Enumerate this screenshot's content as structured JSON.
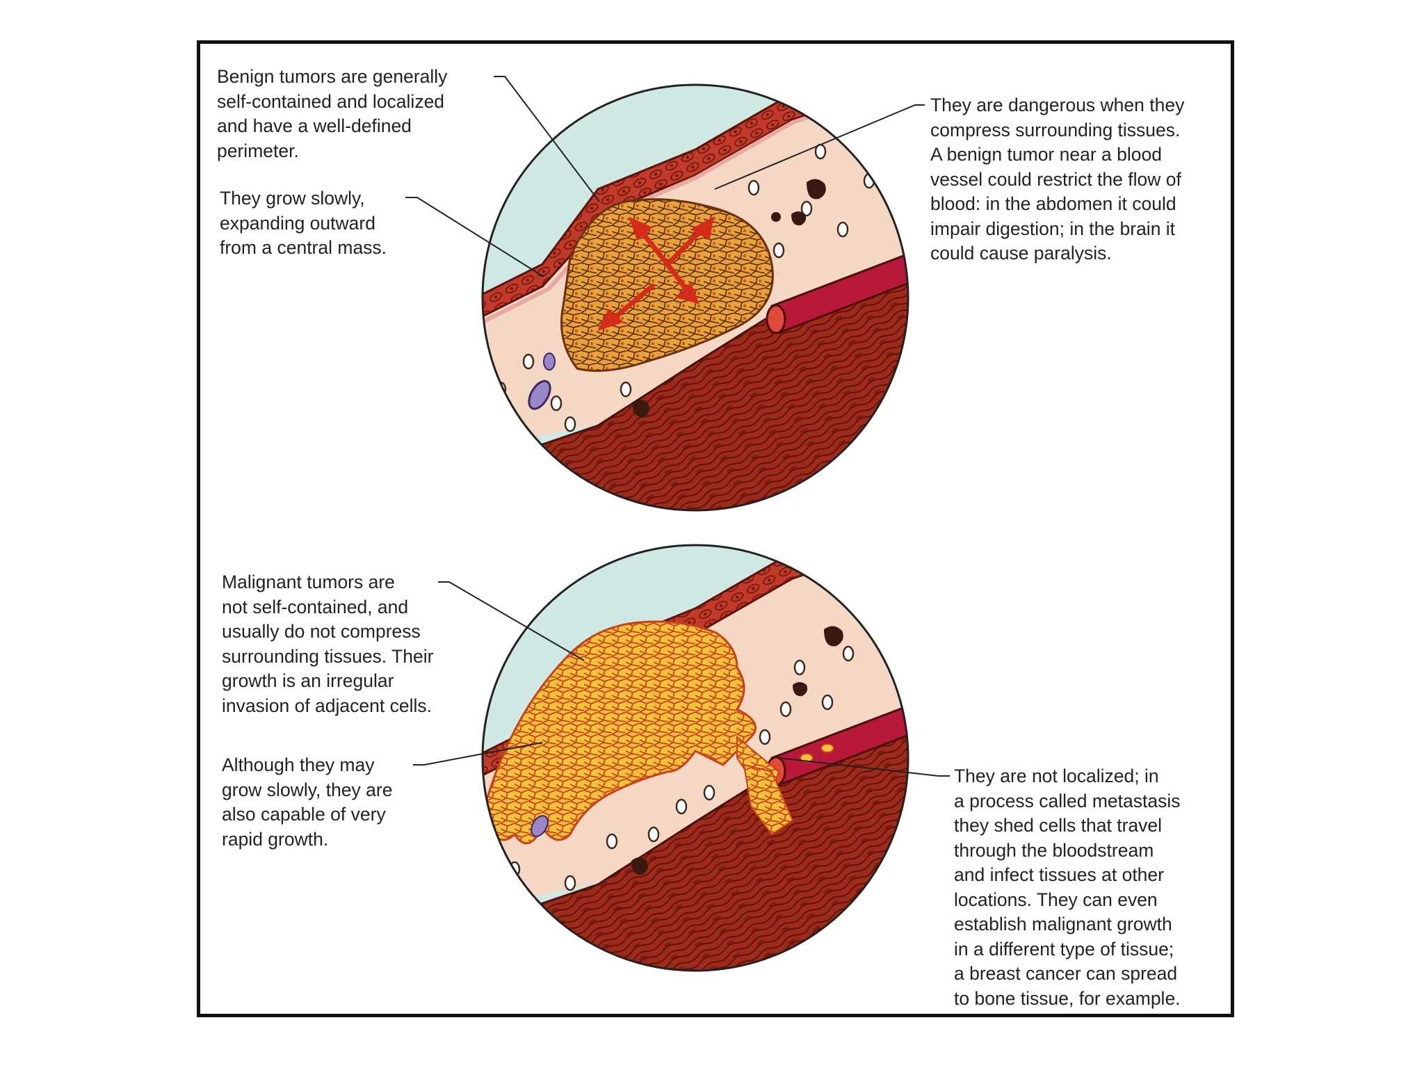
{
  "benign_panel": {
    "caption_containment": "Benign tumors are generally\nself-contained and localized\nand have a well-defined\nperimeter.",
    "caption_growth": "They grow slowly,\nexpanding outward\nfrom a central mass.",
    "caption_danger": "They are dangerous when they\ncompress surrounding tissues.\nA benign tumor near a blood\nvessel could restrict the flow of\nblood: in the abdomen it could\nimpair digestion; in the brain it\ncould cause paralysis."
  },
  "malignant_panel": {
    "caption_invasion": "Malignant tumors are\nnot self-contained, and\nusually do not compress\nsurrounding tissues. Their\ngrowth is an irregular\ninvasion of adjacent cells.",
    "caption_growth_rate": "Although they may\ngrow slowly, they are\nalso capable of very\nrapid growth.",
    "caption_metastasis": "They are not localized; in\na process called metastasis\nthey shed cells that travel\nthrough the bloodstream\nand infect tissues at other\nlocations. They can even\nestablish malignant growth\nin a different type of tissue;\na breast cancer can spread\nto bone tissue, for example."
  },
  "colors": {
    "background": "#cfe8e4",
    "tissue_wall": "#9e2a1c",
    "connective_tissue": "#f5d8c4",
    "tumor_cells": "#e9a23a",
    "malignant_cells": "#f2c23c",
    "blood_vessel": "#b8183a"
  }
}
